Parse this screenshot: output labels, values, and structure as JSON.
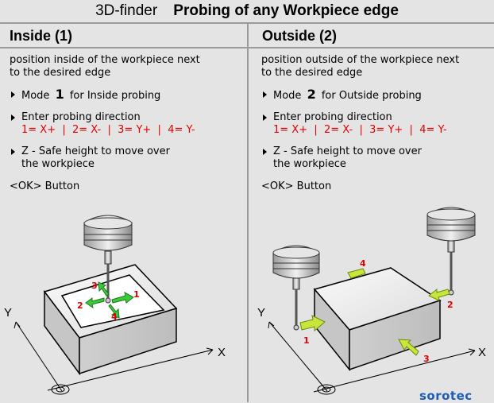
{
  "title": {
    "prefix": "3D-finder",
    "main": "Probing of any Workpiece edge"
  },
  "inside": {
    "heading": "Inside (1)",
    "intro": [
      "position inside of the workpiece next",
      "to the desired edge"
    ],
    "mode_pre": "Mode",
    "mode_num": "1",
    "mode_post": "for Inside probing",
    "dir_label": "Enter probing direction",
    "dir_values": "1= X+  |  2= X-  |  3= Y+  |  4= Y-",
    "z_text": [
      "Z - Safe height to move over",
      "the workpiece"
    ],
    "ok": "<OK> Button",
    "diagram": {
      "axis_x": "X",
      "axis_y": "Y",
      "labels": [
        "1",
        "2",
        "3",
        "4"
      ]
    }
  },
  "outside": {
    "heading": "Outside (2)",
    "intro": [
      "position outside of the workpiece next",
      "to the desired edge"
    ],
    "mode_pre": "Mode",
    "mode_num": "2",
    "mode_post": "for Outside probing",
    "dir_label": "Enter probing direction",
    "dir_values": "1= X+  |  2= X-  |  3= Y+  |  4= Y-",
    "z_text": [
      "Z - Safe height to move over",
      "the workpiece"
    ],
    "ok": "<OK> Button",
    "diagram": {
      "axis_x": "X",
      "axis_y": "Y",
      "labels": [
        "1",
        "2",
        "3",
        "4"
      ]
    }
  },
  "logo": "sorotec",
  "colors": {
    "arrow_green": "#3cc93c",
    "arrow_yellow": "#c8e63a",
    "label_red": "#e00000",
    "logo_blue": "#1d5db5"
  }
}
